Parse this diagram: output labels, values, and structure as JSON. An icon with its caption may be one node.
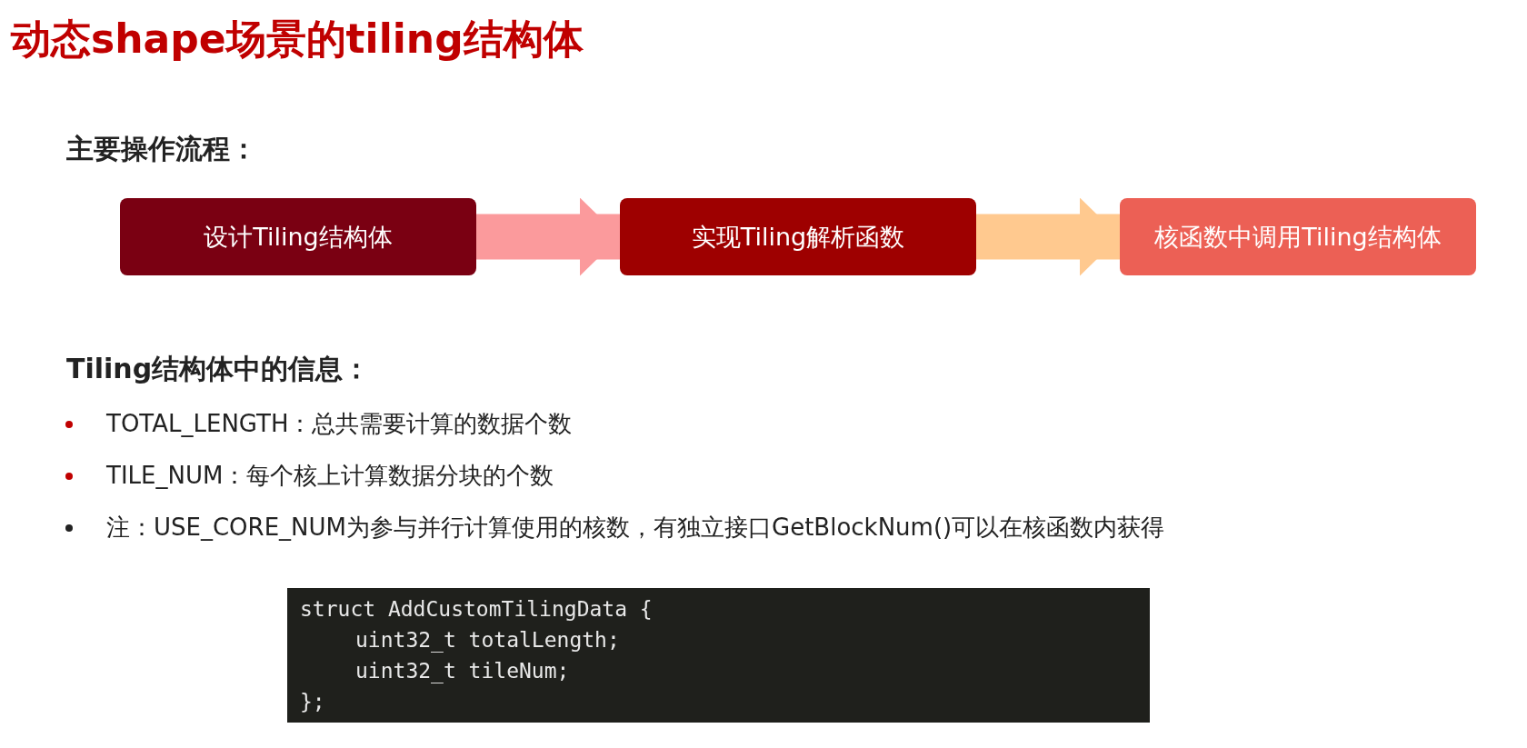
{
  "diagram": {
    "title": "动态shape场景的tiling结构体",
    "nodes": [
      {
        "text": [
          "设计Tiling结构体"
        ]
      },
      {
        "text": [
          "实现Tiling解析函数"
        ]
      },
      {
        "text": [
          "核函数中调用Tiling结构体"
        ]
      }
    ],
    "edges": [
      {
        "from": 0,
        "to": 1,
        "arrow": "to",
        "color": "#fb9a9c"
      },
      {
        "from": 1,
        "to": 2,
        "arrow": "to",
        "color": "#ffc98f"
      }
    ],
    "labels": [
      "主要操作流程：",
      "Tiling结构体中的信息：",
      "TOTAL_LENGTH：总共需要计算的数据个数",
      "TILE_NUM：每个核上计算数据分块的个数",
      "注：USE_CORE_NUM为参与并行计算使用的核数，有独立接口GetBlockNum()可以在核函数内获得",
      "struct AddCustomTilingData {",
      "uint32_t totalLength;",
      "uint32_t tileNum;",
      "};"
    ]
  }
}
